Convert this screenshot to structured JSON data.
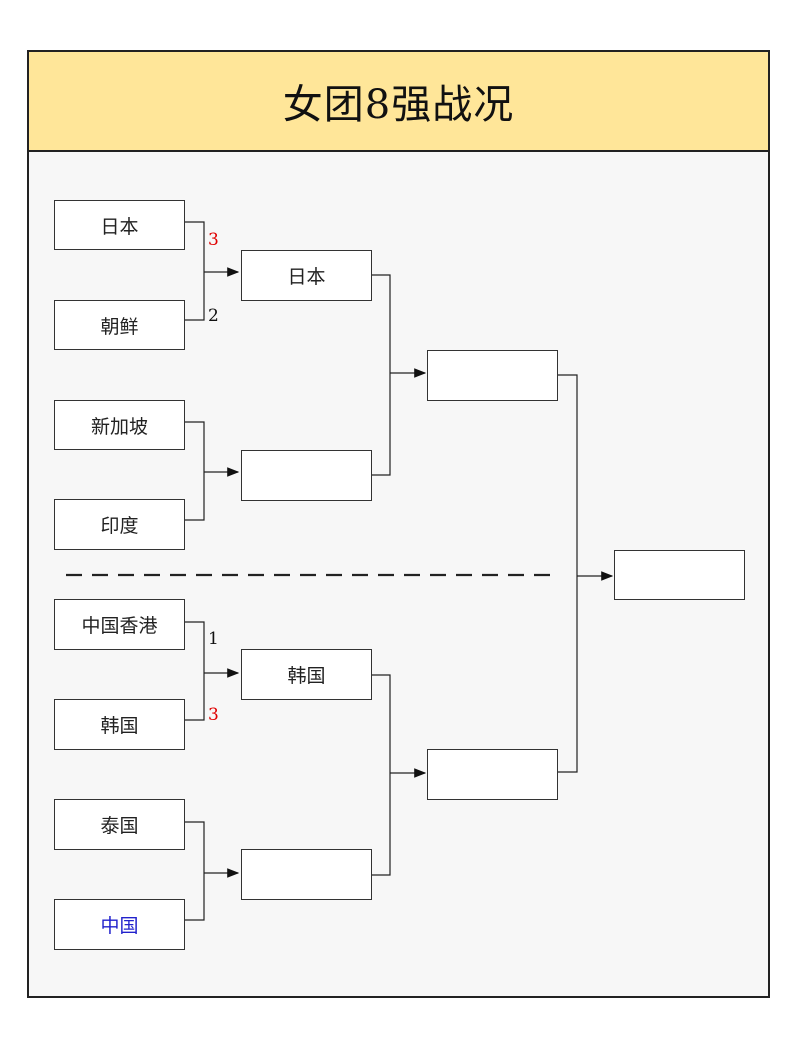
{
  "title": "女团8强战况",
  "round1": {
    "top": [
      {
        "team": "日本",
        "score": "3",
        "winner": true
      },
      {
        "team": "朝鲜",
        "score": "2",
        "winner": false
      },
      {
        "team": "新加坡",
        "score": "",
        "winner": false
      },
      {
        "team": "印度",
        "score": "",
        "winner": false
      }
    ],
    "bottom": [
      {
        "team": "中国香港",
        "score": "1",
        "winner": false
      },
      {
        "team": "韩国",
        "score": "3",
        "winner": true
      },
      {
        "team": "泰国",
        "score": "",
        "winner": false
      },
      {
        "team": "中国",
        "score": "",
        "winner": false
      }
    ]
  },
  "semifinal": {
    "slots": [
      "日本",
      "",
      "韩国",
      ""
    ]
  },
  "final": {
    "slots": [
      "",
      ""
    ]
  },
  "champion": "",
  "colors": {
    "header_bg": "#ffe699",
    "winner_score": "#e00000",
    "highlight_team": "#2222cc"
  }
}
